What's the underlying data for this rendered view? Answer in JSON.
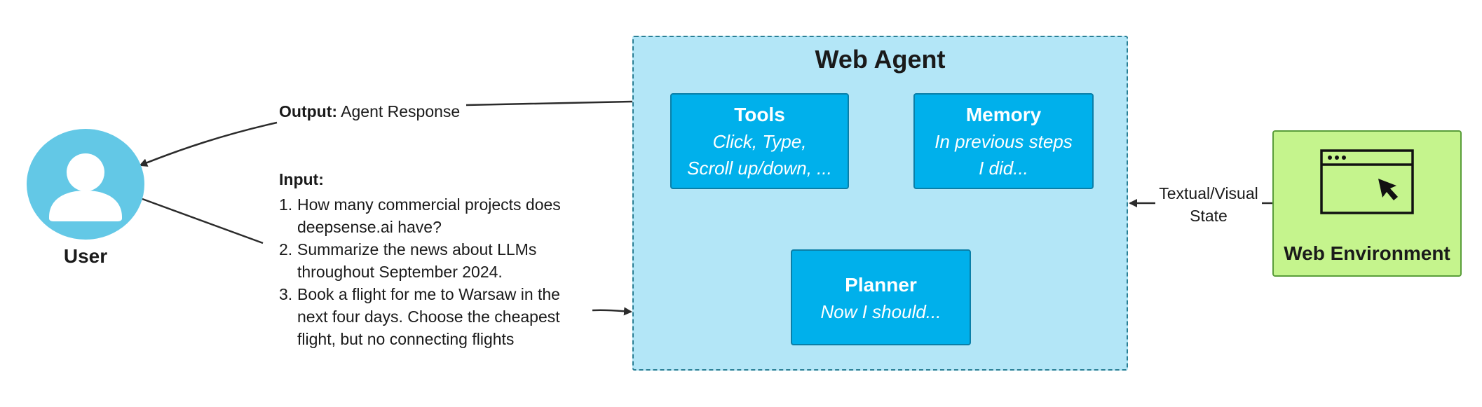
{
  "user": {
    "label": "User",
    "icon": "user-icon"
  },
  "output": {
    "label": "Output:",
    "text": "Agent Response"
  },
  "input": {
    "label": "Input:",
    "items": [
      {
        "num": "1.",
        "text": "How many commercial projects does deepsense.ai have?"
      },
      {
        "num": "2.",
        "text": "Summarize the news about LLMs throughout September 2024."
      },
      {
        "num": "3.",
        "text": "Book a flight for me to Warsaw in the next four days. Choose the cheapest flight, but no connecting flights"
      }
    ]
  },
  "agent": {
    "title": "Web Agent",
    "tools": {
      "title": "Tools",
      "line1": "Click, Type,",
      "line2": "Scroll up/down, ..."
    },
    "memory": {
      "title": "Memory",
      "line1": "In previous steps",
      "line2": "I did..."
    },
    "planner": {
      "title": "Planner",
      "line1": "Now I should..."
    }
  },
  "state": {
    "line1": "Textual/Visual",
    "line2": "State"
  },
  "environment": {
    "label": "Web Environment",
    "icon": "browser-cursor-icon"
  },
  "colors": {
    "agent_fill": "#b3e6f7",
    "node_fill": "#00b0eb",
    "user_fill": "#63c8e6",
    "env_fill": "#c5f48d"
  }
}
